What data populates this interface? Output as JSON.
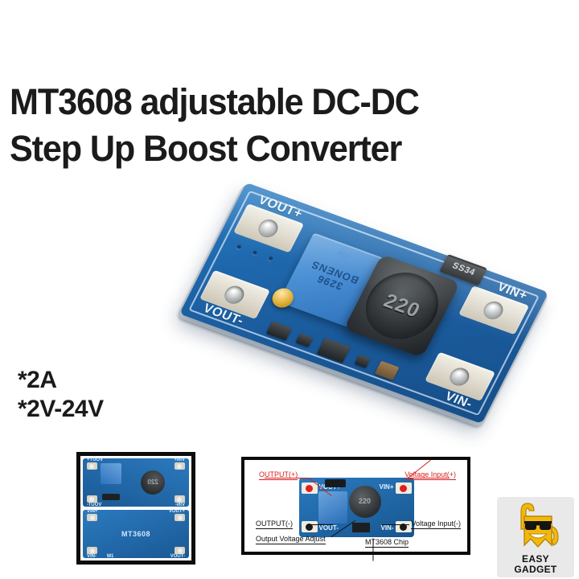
{
  "title": {
    "line1": "MT3608 adjustable DC-DC",
    "line2": "Step Up Boost Converter"
  },
  "specs": [
    "*2A",
    "*2V-24V"
  ],
  "hero_board": {
    "pads": {
      "vout_pos": "VOUT+",
      "vout_neg": "VOUT-",
      "vin_pos": "VIN+",
      "vin_neg": "VIN-"
    },
    "components": {
      "inductor": "220",
      "diode": "SS34",
      "trimmer_brand": "3296 BONENS",
      "trimmer_code": "104"
    },
    "colors": {
      "pcb_blue": "#1f68ad",
      "silkscreen": "#e8f4ff",
      "gold_screw": "#e0ad36"
    }
  },
  "thumb_views": {
    "top_view": {
      "vin_pos": "VIN+",
      "vin_neg": "VIN-",
      "vout_pos": "VOUT+",
      "vout_neg": "VOUT-",
      "inductor": "220"
    },
    "bottom_view": {
      "chip_name": "MT3608",
      "vin_pos": "VIN+",
      "vin_neg": "VIN-",
      "vout_pos": "VOUT+",
      "vout_neg": "VOUT-",
      "mark": "M1"
    }
  },
  "diagram": {
    "board_labels": {
      "vout_pos": "VOUT+",
      "vout_neg": "VOUT-",
      "vin_pos": "VIN+",
      "vin_neg": "VIN-",
      "inductor": "220"
    },
    "annotations": {
      "output_pos": "OUTPUT(+)",
      "output_neg": "OUTPUT(-)",
      "voltage_adjust": "Output Voltage Adjust",
      "chip": "MT3608 Chip",
      "input_pos": "Voltage Input(+)",
      "input_neg": "Voltage Input(-)"
    },
    "colors": {
      "callout_red": "#d81e1e",
      "callout_black": "#111111"
    }
  },
  "brand": {
    "line1": "EASY",
    "line2": "GADGET",
    "logo_color": "#f2b90d"
  }
}
